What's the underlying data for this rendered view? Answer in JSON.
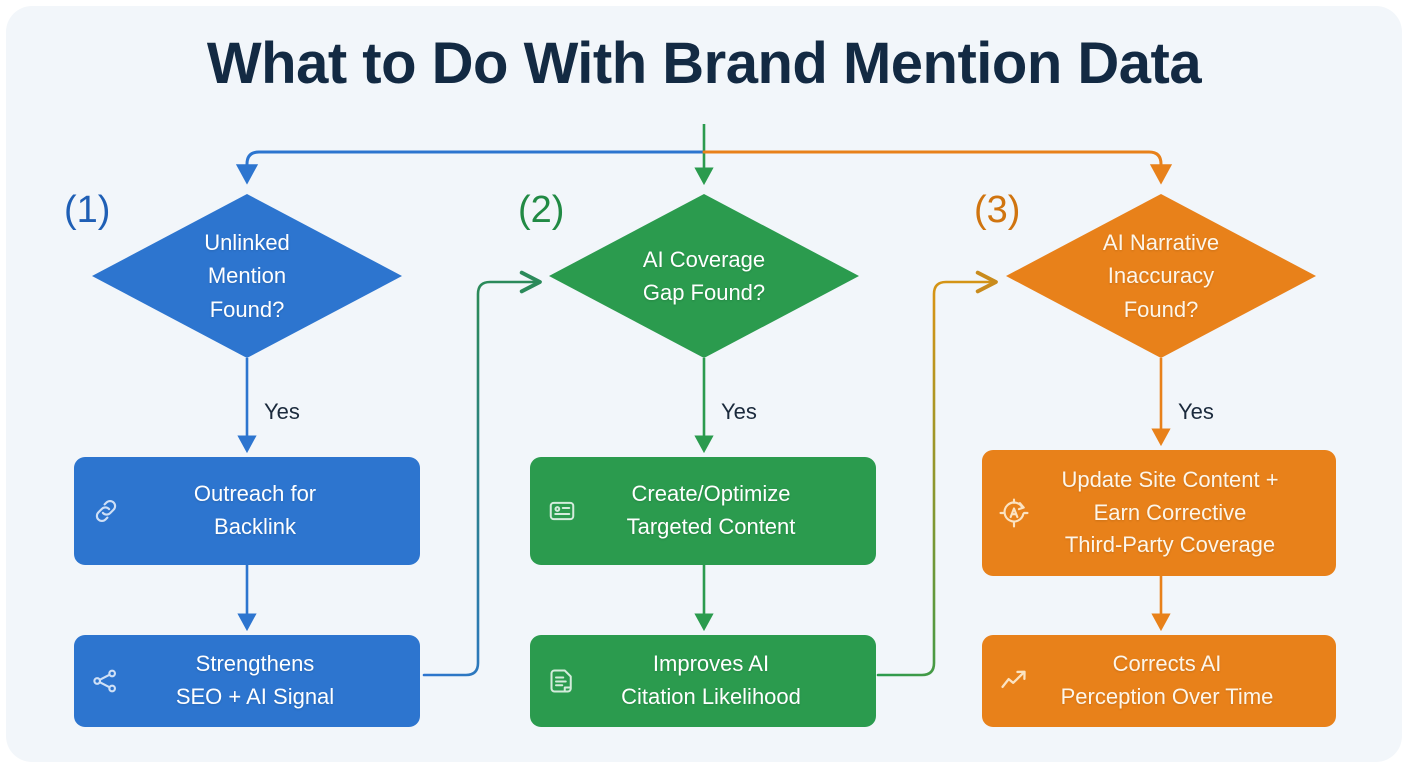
{
  "title": "What to Do With Brand Mention Data",
  "colors": {
    "background": "#f2f6fa",
    "title": "#132a43",
    "blue": "#2d75cf",
    "green": "#2b9b4e",
    "orange": "#e8811a",
    "blue_label": "#1f5fb5",
    "green_label": "#218a44",
    "orange_label": "#d0740f"
  },
  "branches": [
    {
      "step": "(1)",
      "color": "blue",
      "decision": {
        "lines": [
          "Unlinked",
          "Mention",
          "Found?"
        ]
      },
      "edge_label": "Yes",
      "action": {
        "lines": [
          "Outreach for",
          "Backlink"
        ],
        "icon": "link-icon"
      },
      "outcome": {
        "lines": [
          "Strengthens",
          "SEO + AI Signal"
        ],
        "icon": "share-nodes-icon"
      }
    },
    {
      "step": "(2)",
      "color": "green",
      "decision": {
        "lines": [
          "AI Coverage",
          "Gap Found?"
        ]
      },
      "edge_label": "Yes",
      "action": {
        "lines": [
          "Create/Optimize",
          "Targeted Content"
        ],
        "icon": "id-card-icon"
      },
      "outcome": {
        "lines": [
          "Improves AI",
          "Citation Likelihood"
        ],
        "icon": "document-icon"
      }
    },
    {
      "step": "(3)",
      "color": "orange",
      "decision": {
        "lines": [
          "AI Narrative",
          "Inaccuracy",
          "Found?"
        ]
      },
      "edge_label": "Yes",
      "action": {
        "lines": [
          "Update Site Content +",
          "Earn Corrective",
          "Third-Party Coverage"
        ],
        "icon": "target-refresh-icon"
      },
      "outcome": {
        "lines": [
          "Corrects AI",
          "Perception Over Time"
        ],
        "icon": "trending-up-icon"
      }
    }
  ]
}
